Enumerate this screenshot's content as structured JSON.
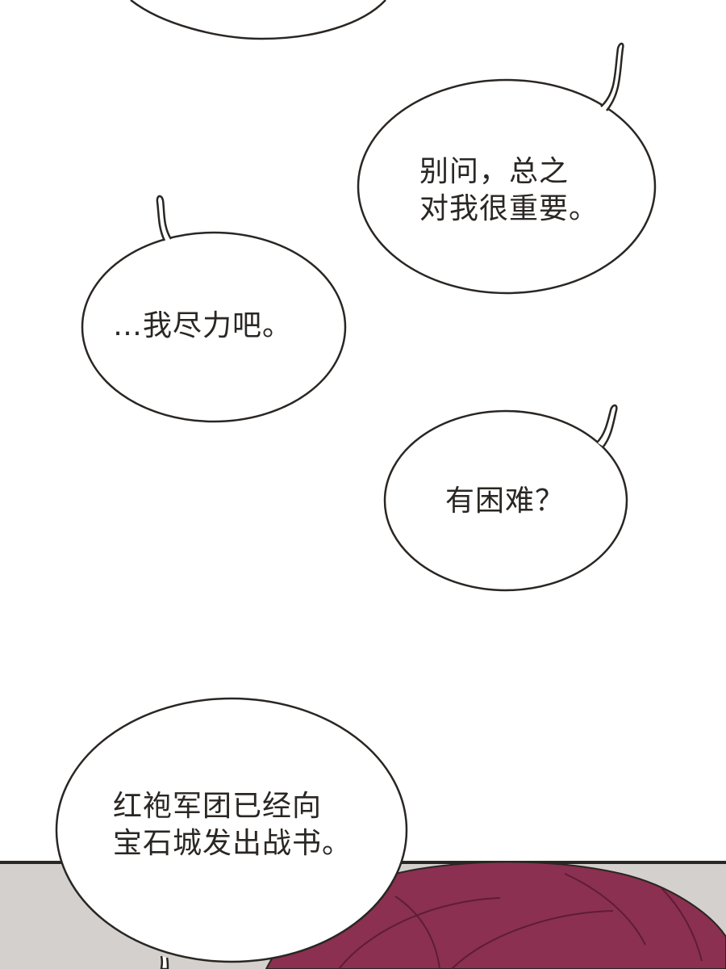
{
  "bubbles": [
    {
      "lines": [
        "别问，总之",
        "对我很重要。"
      ]
    },
    {
      "lines": [
        "…我尽力吧。"
      ]
    },
    {
      "lines": [
        "有困难？"
      ]
    },
    {
      "lines": [
        "红袍军团已经向",
        "宝石城发出战书。"
      ]
    }
  ],
  "colors": {
    "background": "#ffffff",
    "outline": "#2a2623",
    "lower_panel": "#d3d0cd",
    "hair": "#8b3050"
  }
}
